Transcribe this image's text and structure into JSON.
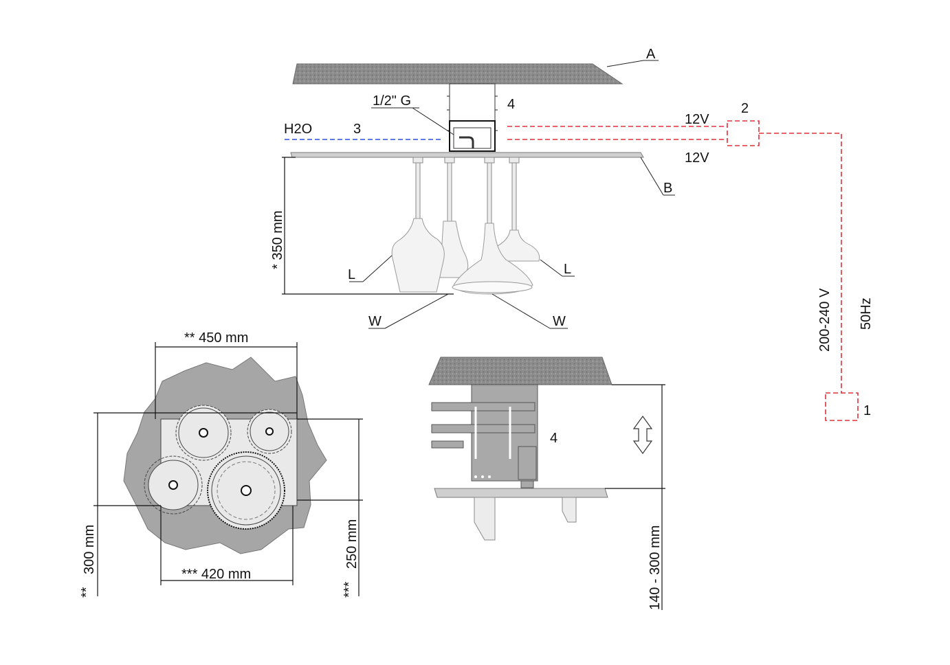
{
  "labels": {
    "ceiling": "A",
    "plate": "B",
    "lamp_left": "L",
    "lamp_right": "L",
    "water_left": "W",
    "water_right": "W",
    "thread": "1/2\"  G",
    "unit": "4",
    "water_supply": "H2O",
    "water_line": "3",
    "volt_top": "12V",
    "volt_bottom": "12V",
    "transformer": "2",
    "power_box": "1",
    "mains_voltage": "200-240  V",
    "mains_freq": "50Hz",
    "height": "*  350  mm",
    "width_top": "**  450  mm",
    "width_bottom": "***  420  mm",
    "depth_left": "300  mm",
    "depth_left_mark": "**",
    "depth_right": "250  mm",
    "depth_right_mark": "***",
    "side_unit": "4",
    "install_depth": "140  -  300  mm"
  },
  "colors": {
    "power_line": "#e0303a",
    "water_line": "#2b4ee0"
  }
}
